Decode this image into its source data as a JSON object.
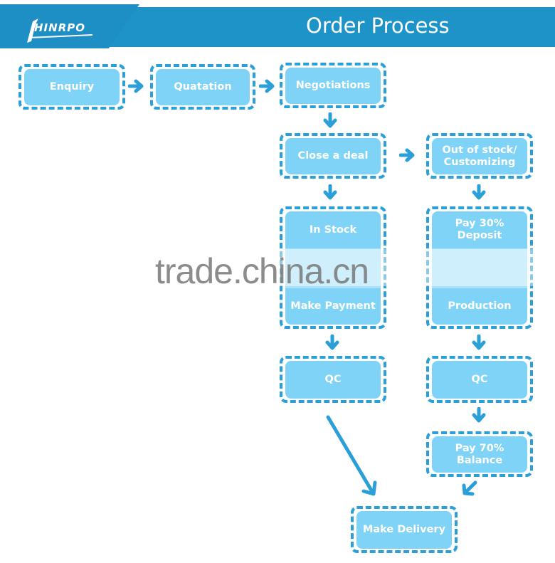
{
  "header": {
    "logo_text": "HINRPO",
    "title": "Order Process",
    "band_color": "#1e93c8"
  },
  "colors": {
    "box_fill": "#7fd3f7",
    "dash_border": "#2a9fd8",
    "arrow": "#2a9fd8",
    "text": "#ffffff"
  },
  "steps": {
    "enquiry": "Enquiry",
    "quotation": "Quatation",
    "negotiations": "Negotiations",
    "close_deal": "Close a deal",
    "out_of_stock": "Out of stock/ Customizing",
    "in_stock": "In Stock",
    "make_payment": "Make Payment",
    "deposit": "Pay 30% Deposit",
    "production": "Production",
    "qc_left": "QC",
    "qc_right": "QC",
    "balance": "Pay 70% Balance",
    "delivery": "Make Delivery"
  },
  "watermark": "trade.china.cn"
}
